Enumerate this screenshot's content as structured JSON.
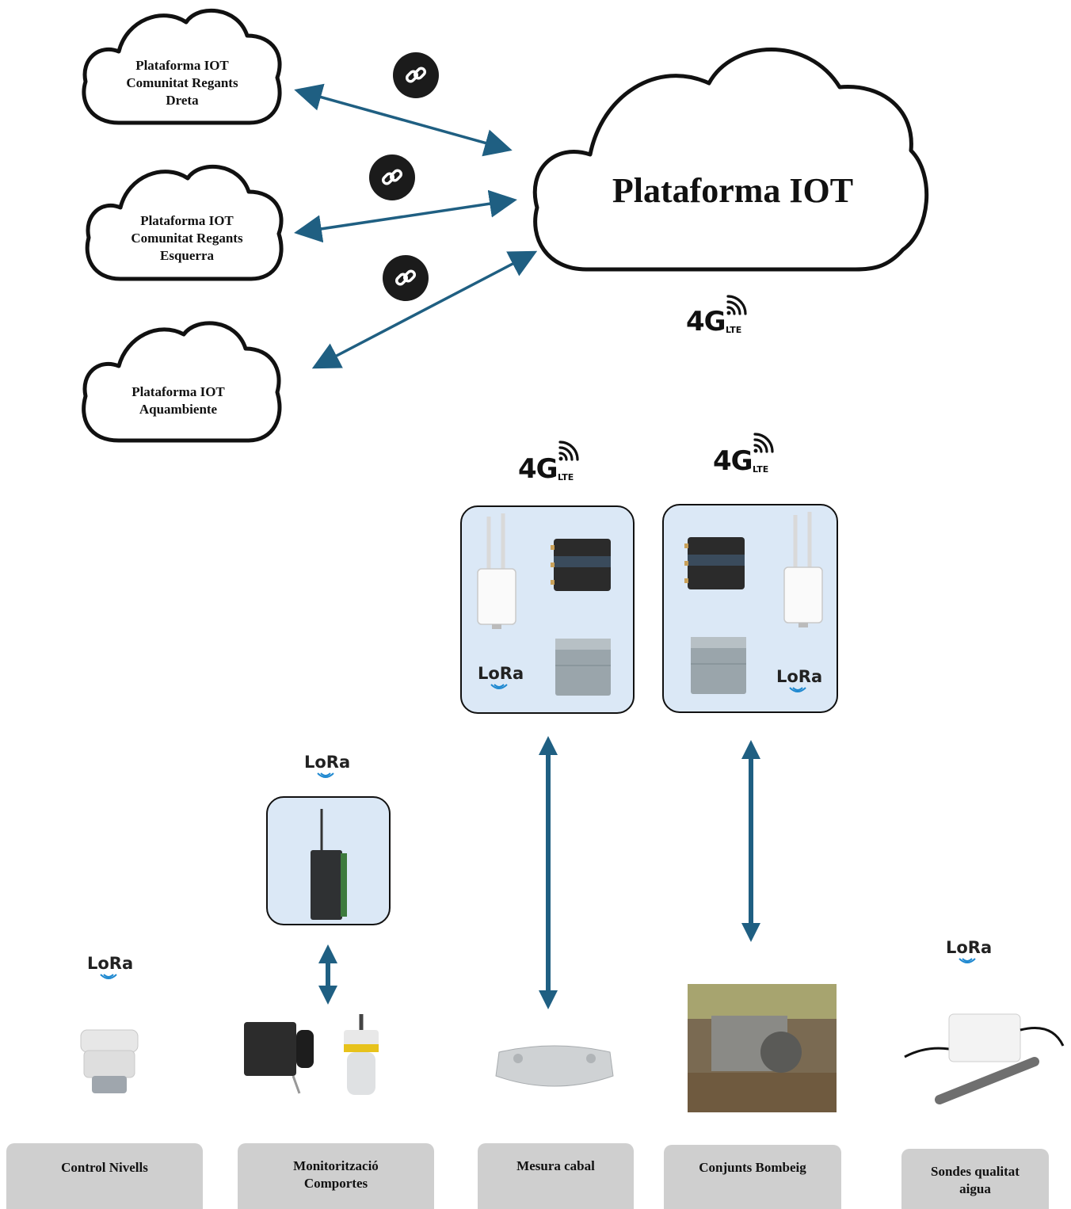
{
  "clouds": {
    "main": "Plataforma IOT",
    "dreta": [
      "Plataforma IOT",
      "Comunitat Regants",
      "Dreta"
    ],
    "esquerra": [
      "Plataforma IOT",
      "Comunitat Regants",
      "Esquerra"
    ],
    "aquambiente": [
      "Plataforma IOT",
      "Aquambiente"
    ]
  },
  "connectivity": {
    "lte_main": "4G",
    "lte_sub": "LTE",
    "lora": "LoRa"
  },
  "categories": {
    "control_nivells": "Control Nivells",
    "monitoritzacio": [
      "Monitorització",
      "Comportes"
    ],
    "mesura_cabal": "Mesura cabal",
    "conjunts_bombeig": "Conjunts Bombeig",
    "sondes": [
      "Sondes qualitat",
      "aigua"
    ]
  },
  "icons": {
    "link": "link-icon",
    "signal": "wifi-signal-icon",
    "lora": "lora-wave-icon"
  },
  "colors": {
    "arrow": "#1f5f82",
    "box_fill": "#dbe8f6",
    "label_fill": "#cfcfcf"
  }
}
